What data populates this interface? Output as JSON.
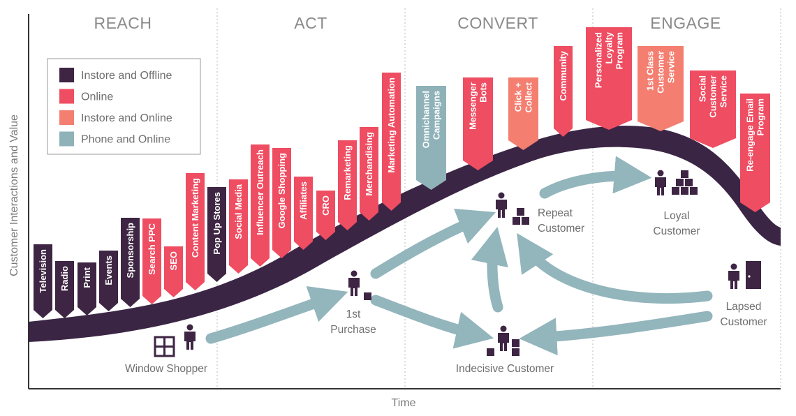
{
  "phases": [
    "REACH",
    "ACT",
    "CONVERT",
    "ENGAGE"
  ],
  "axes": {
    "y_label": "Customer Interactions and Value",
    "x_label": "Time"
  },
  "colors": {
    "curve": "#3b2545",
    "instore_offline": "#3d2543",
    "online": "#ee4d62",
    "instore_online": "#f47e70",
    "phone_online": "#8fb2b9",
    "arrow": "#93b5bc",
    "person": "#3d2543"
  },
  "legend": [
    {
      "label": "Instore and Offline",
      "channel": "instore_offline"
    },
    {
      "label": "Online",
      "channel": "online"
    },
    {
      "label": "Instore and Online",
      "channel": "instore_online"
    },
    {
      "label": "Phone and Online",
      "channel": "phone_online"
    }
  ],
  "touchpoints": [
    {
      "lines": [
        "Television"
      ],
      "channel": "instore_offline"
    },
    {
      "lines": [
        "Radio"
      ],
      "channel": "instore_offline"
    },
    {
      "lines": [
        "Print"
      ],
      "channel": "instore_offline"
    },
    {
      "lines": [
        "Events"
      ],
      "channel": "instore_offline"
    },
    {
      "lines": [
        "Sponsorship"
      ],
      "channel": "instore_offline"
    },
    {
      "lines": [
        "Search PPC"
      ],
      "channel": "online"
    },
    {
      "lines": [
        "SEO"
      ],
      "channel": "online"
    },
    {
      "lines": [
        "Content Marketing"
      ],
      "channel": "online"
    },
    {
      "lines": [
        "Pop Up Stores"
      ],
      "channel": "instore_offline"
    },
    {
      "lines": [
        "Social Media"
      ],
      "channel": "online"
    },
    {
      "lines": [
        "Influencer Outreach"
      ],
      "channel": "online"
    },
    {
      "lines": [
        "Google Shopping"
      ],
      "channel": "online"
    },
    {
      "lines": [
        "Affiliates"
      ],
      "channel": "online"
    },
    {
      "lines": [
        "CRO"
      ],
      "channel": "online"
    },
    {
      "lines": [
        "Remarketing"
      ],
      "channel": "online"
    },
    {
      "lines": [
        "Merchandising"
      ],
      "channel": "online"
    },
    {
      "lines": [
        "Marketing Automation"
      ],
      "channel": "online"
    },
    {
      "lines": [
        "Omnichannel",
        "Campaigns"
      ],
      "channel": "phone_online"
    },
    {
      "lines": [
        "Messenger",
        "Bots"
      ],
      "channel": "online"
    },
    {
      "lines": [
        "Click +",
        "Collect"
      ],
      "channel": "instore_online"
    },
    {
      "lines": [
        "Community"
      ],
      "channel": "online"
    },
    {
      "lines": [
        "Personalized",
        "Loyalty",
        "Program"
      ],
      "channel": "online"
    },
    {
      "lines": [
        "1st Class",
        "Customer",
        "Service"
      ],
      "channel": "instore_online"
    },
    {
      "lines": [
        "Social",
        "Customer",
        "Service"
      ],
      "channel": "online"
    },
    {
      "lines": [
        "Re-engage Email",
        "Program"
      ],
      "channel": "online"
    }
  ],
  "personas": [
    {
      "lines": [
        "Window Shopper"
      ],
      "icon": "shop-window-icon"
    },
    {
      "lines": [
        "1st",
        "Purchase"
      ],
      "icon": "single-box-icon"
    },
    {
      "lines": [
        "Indecisive Customer"
      ],
      "icon": "boxes-icon"
    },
    {
      "lines": [
        "Repeat",
        "Customer"
      ],
      "icon": "boxes-icon"
    },
    {
      "lines": [
        "Loyal",
        "Customer"
      ],
      "icon": "box-pyramid-icon"
    },
    {
      "lines": [
        "Lapsed",
        "Customer"
      ],
      "icon": "door-icon"
    }
  ]
}
